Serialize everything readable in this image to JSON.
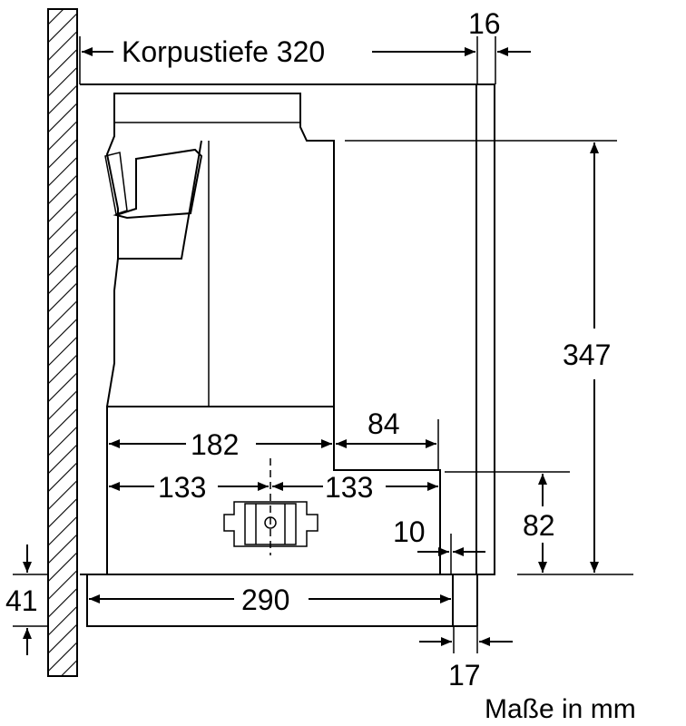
{
  "dimensions": {
    "depth_label": "Korpustiefe 320",
    "front_thickness": "16",
    "height_total": "347",
    "width_182": "182",
    "width_84": "84",
    "width_133_left": "133",
    "width_133_right": "133",
    "height_82": "82",
    "gap_10": "10",
    "height_41": "41",
    "width_290": "290",
    "width_17": "17"
  },
  "caption": "Maße in mm"
}
